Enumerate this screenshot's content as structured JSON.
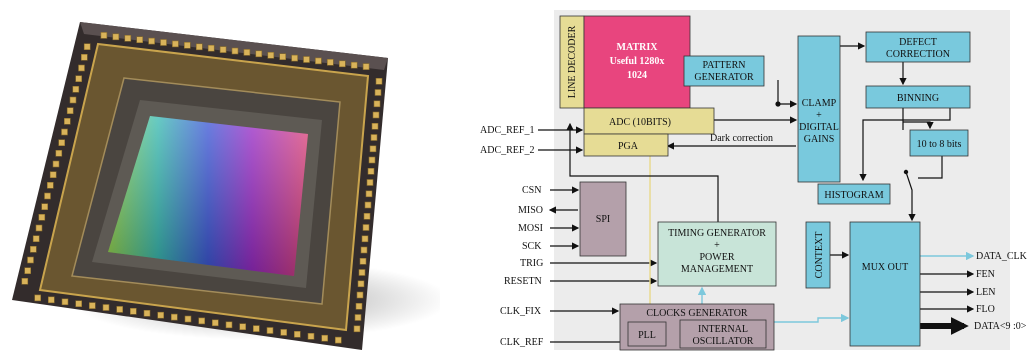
{
  "blocks": {
    "line_decoder": "LINE DECODER",
    "matrix": [
      "MATRIX",
      "Useful 1280x",
      "1024"
    ],
    "adc": "ADC (10BITS)",
    "pga": "PGA",
    "pattern_generator": [
      "PATTERN",
      "GENERATOR"
    ],
    "clamp": [
      "CLAMP",
      "+",
      "DIGITAL",
      "GAINS"
    ],
    "defect_correction": [
      "DEFECT",
      "CORRECTION"
    ],
    "binning": "BINNING",
    "ten_to_eight": "10 to 8 bits",
    "histogram": "HISTOGRAM",
    "spi": "SPI",
    "timing": [
      "TIMING GENERATOR",
      "+",
      "POWER",
      "MANAGEMENT"
    ],
    "context": "CONTEXT",
    "mux_out": "MUX OUT",
    "clocks_generator": "CLOCKS GENERATOR",
    "pll": "PLL",
    "internal_osc": [
      "INTERNAL",
      "OSCILLATOR"
    ]
  },
  "labels": {
    "dark_correction": "Dark correction"
  },
  "inputs": {
    "adc_ref_1": "ADC_REF_1",
    "adc_ref_2": "ADC_REF_2",
    "csn": "CSN",
    "miso": "MISO",
    "mosi": "MOSI",
    "sck": "SCK",
    "trig": "TRIG",
    "resetn": "RESETN",
    "clk_fix": "CLK_FIX",
    "clk_ref": "CLK_REF"
  },
  "outputs": {
    "data_clk": "DATA_CLK",
    "fen": "FEN",
    "len": "LEN",
    "flo": "FLO",
    "data": "DATA<9 :0>"
  },
  "colors": {
    "matrix": "#e8457e",
    "yellow": "#e6dc95",
    "blue": "#79c9dd",
    "green": "#c8e4d8",
    "mauve": "#b4a0aa",
    "panel": "#ececec"
  }
}
